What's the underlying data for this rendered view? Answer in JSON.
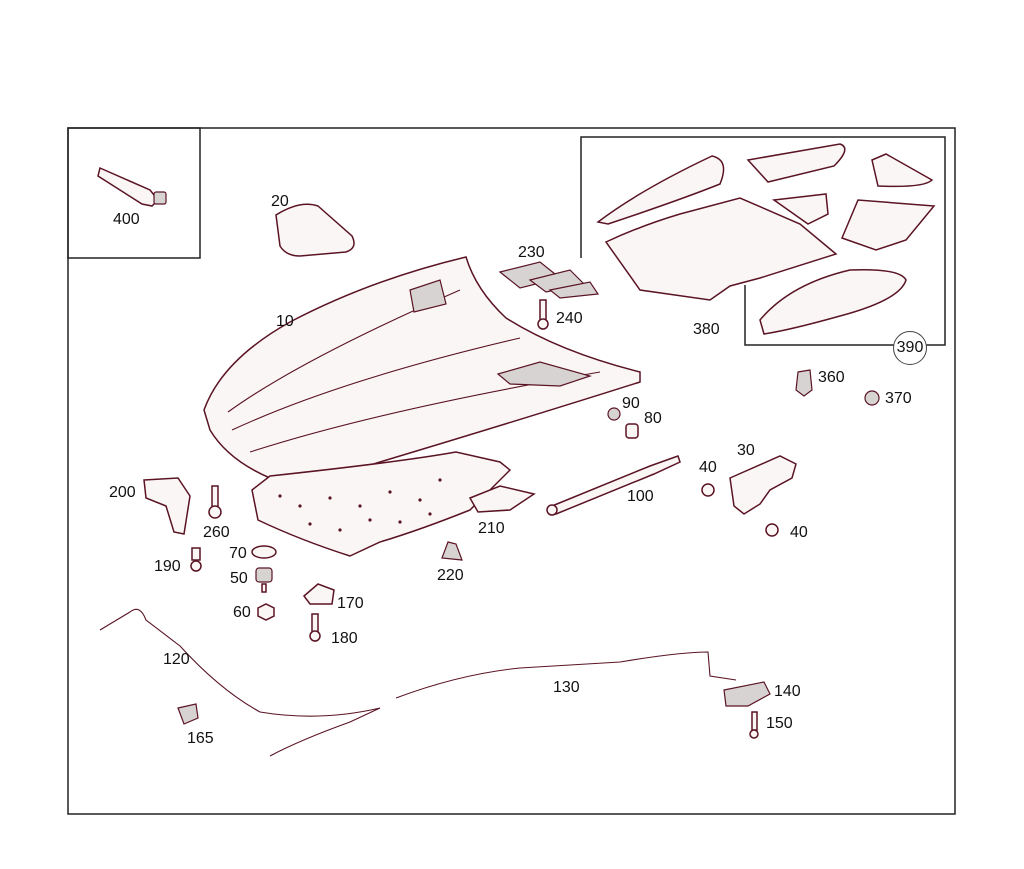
{
  "diagram": {
    "labels": {
      "p10": "10",
      "p20": "20",
      "p30": "30",
      "p40a": "40",
      "p40b": "40",
      "p50": "50",
      "p60": "60",
      "p70": "70",
      "p80": "80",
      "p90": "90",
      "p100": "100",
      "p120": "120",
      "p130": "130",
      "p140": "140",
      "p150": "150",
      "p165": "165",
      "p170": "170",
      "p180": "180",
      "p190": "190",
      "p200": "200",
      "p210": "210",
      "p220": "220",
      "p230": "230",
      "p240": "240",
      "p260": "260",
      "p360": "360",
      "p370": "370",
      "p380": "380",
      "p390": "390",
      "p400": "400"
    }
  }
}
